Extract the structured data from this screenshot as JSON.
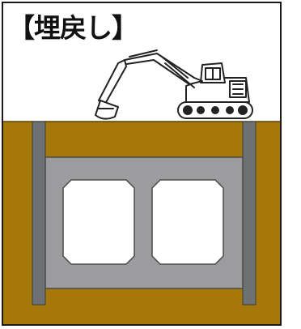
{
  "title": "【埋戻し】",
  "colors": {
    "soil": "#a6780a",
    "soil_outline": "#5a4200",
    "sheet_pile": "#6f7072",
    "culvert_concrete": "#9c9c9e",
    "culvert_outline": "#4a4a4a",
    "cell_void": "#ffffff",
    "excavator_outline": "#222222",
    "excavator_body": "#ffffff",
    "frame": "#1a1a1a"
  },
  "scene": {
    "subject": "box-culvert-backfill",
    "machine": "excavator-icon",
    "culvert_cells": 2,
    "sheet_piles": 2
  }
}
